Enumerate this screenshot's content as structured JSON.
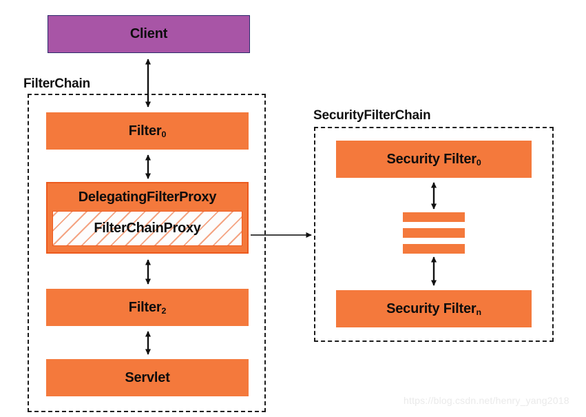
{
  "diagram": {
    "title": "Spring Security FilterChain / SecurityFilterChain overview",
    "colors": {
      "client_fill": "#a855a6",
      "client_border": "#2b2b6b",
      "filter_fill": "#f4793c",
      "filter_border": "#ec5a1e",
      "shadow": "#bdbdbd",
      "dashed_border": "#1a1a1a",
      "text": "#0d0d0d",
      "background": "#ffffff",
      "watermark": "#eaeaea"
    },
    "groups": [
      {
        "id": "filter-chain",
        "label": "FilterChain"
      },
      {
        "id": "security-filter-chain",
        "label": "SecurityFilterChain"
      }
    ],
    "nodes": {
      "client": {
        "label": "Client",
        "type": "client"
      },
      "filter0": {
        "label": "Filter",
        "sub": "0",
        "type": "filter"
      },
      "delegating_filter_proxy": {
        "label": "DelegatingFilterProxy",
        "type": "filter"
      },
      "filter_chain_proxy": {
        "label": "FilterChainProxy",
        "type": "hatched"
      },
      "filter2": {
        "label": "Filter",
        "sub": "2",
        "type": "filter"
      },
      "servlet": {
        "label": "Servlet",
        "type": "filter"
      },
      "security_filter0": {
        "label": "Security Filter",
        "sub": "0",
        "type": "filter"
      },
      "security_filtern": {
        "label": "Security Filter",
        "sub": "n",
        "type": "filter"
      }
    },
    "ellipsis": {
      "bars": 3,
      "meaning": "additional security filters"
    },
    "connections": [
      {
        "from": "client",
        "to": "filter0",
        "style": "double-arrow-vertical"
      },
      {
        "from": "filter0",
        "to": "delegating_filter_proxy",
        "style": "double-arrow-vertical"
      },
      {
        "from": "delegating_filter_proxy",
        "to": "filter2",
        "style": "double-arrow-vertical"
      },
      {
        "from": "filter2",
        "to": "servlet",
        "style": "double-arrow-vertical"
      },
      {
        "from": "filter_chain_proxy",
        "to": "security-filter-chain",
        "style": "single-arrow-horizontal"
      },
      {
        "from": "security_filter0",
        "to": "ellipsis",
        "style": "double-arrow-vertical"
      },
      {
        "from": "ellipsis",
        "to": "security_filtern",
        "style": "double-arrow-vertical"
      }
    ],
    "watermark": "https://blog.csdn.net/henry_yang2018"
  }
}
